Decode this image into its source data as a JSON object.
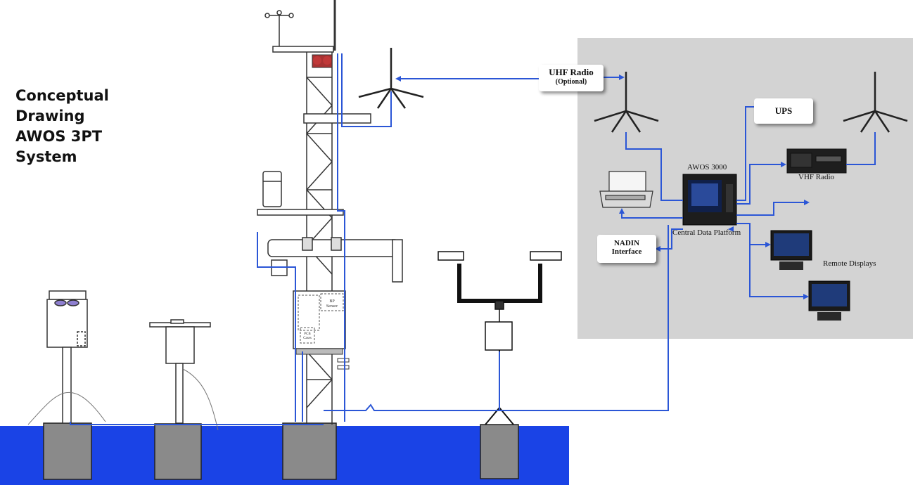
{
  "title": {
    "line1": "Conceptual",
    "line2": "Drawing",
    "line3": "AWOS 3PT",
    "line4": "System"
  },
  "callouts": {
    "uhf_radio": "UHF Radio",
    "uhf_optional": "(Optional)",
    "ups": "UPS",
    "nadin_line1": "NADIN",
    "nadin_line2": "Interface"
  },
  "labels": {
    "awos_3000": "AWOS 3000",
    "central_data_platform": "Central Data Platform",
    "vhf_radio": "VHF Radio",
    "remote_displays": "Remote Displays"
  },
  "sensor_labels": {
    "bp_sensor_line1": "BP",
    "bp_sensor_line2": "Sensor",
    "pcb_line1": "PCB",
    "pcb_line2": "Cases"
  },
  "colors": {
    "ground": "#1a43e6",
    "signal_line": "#2b56d6",
    "panel_bg": "#d3d3d3",
    "concrete": "#8a8a8a"
  }
}
